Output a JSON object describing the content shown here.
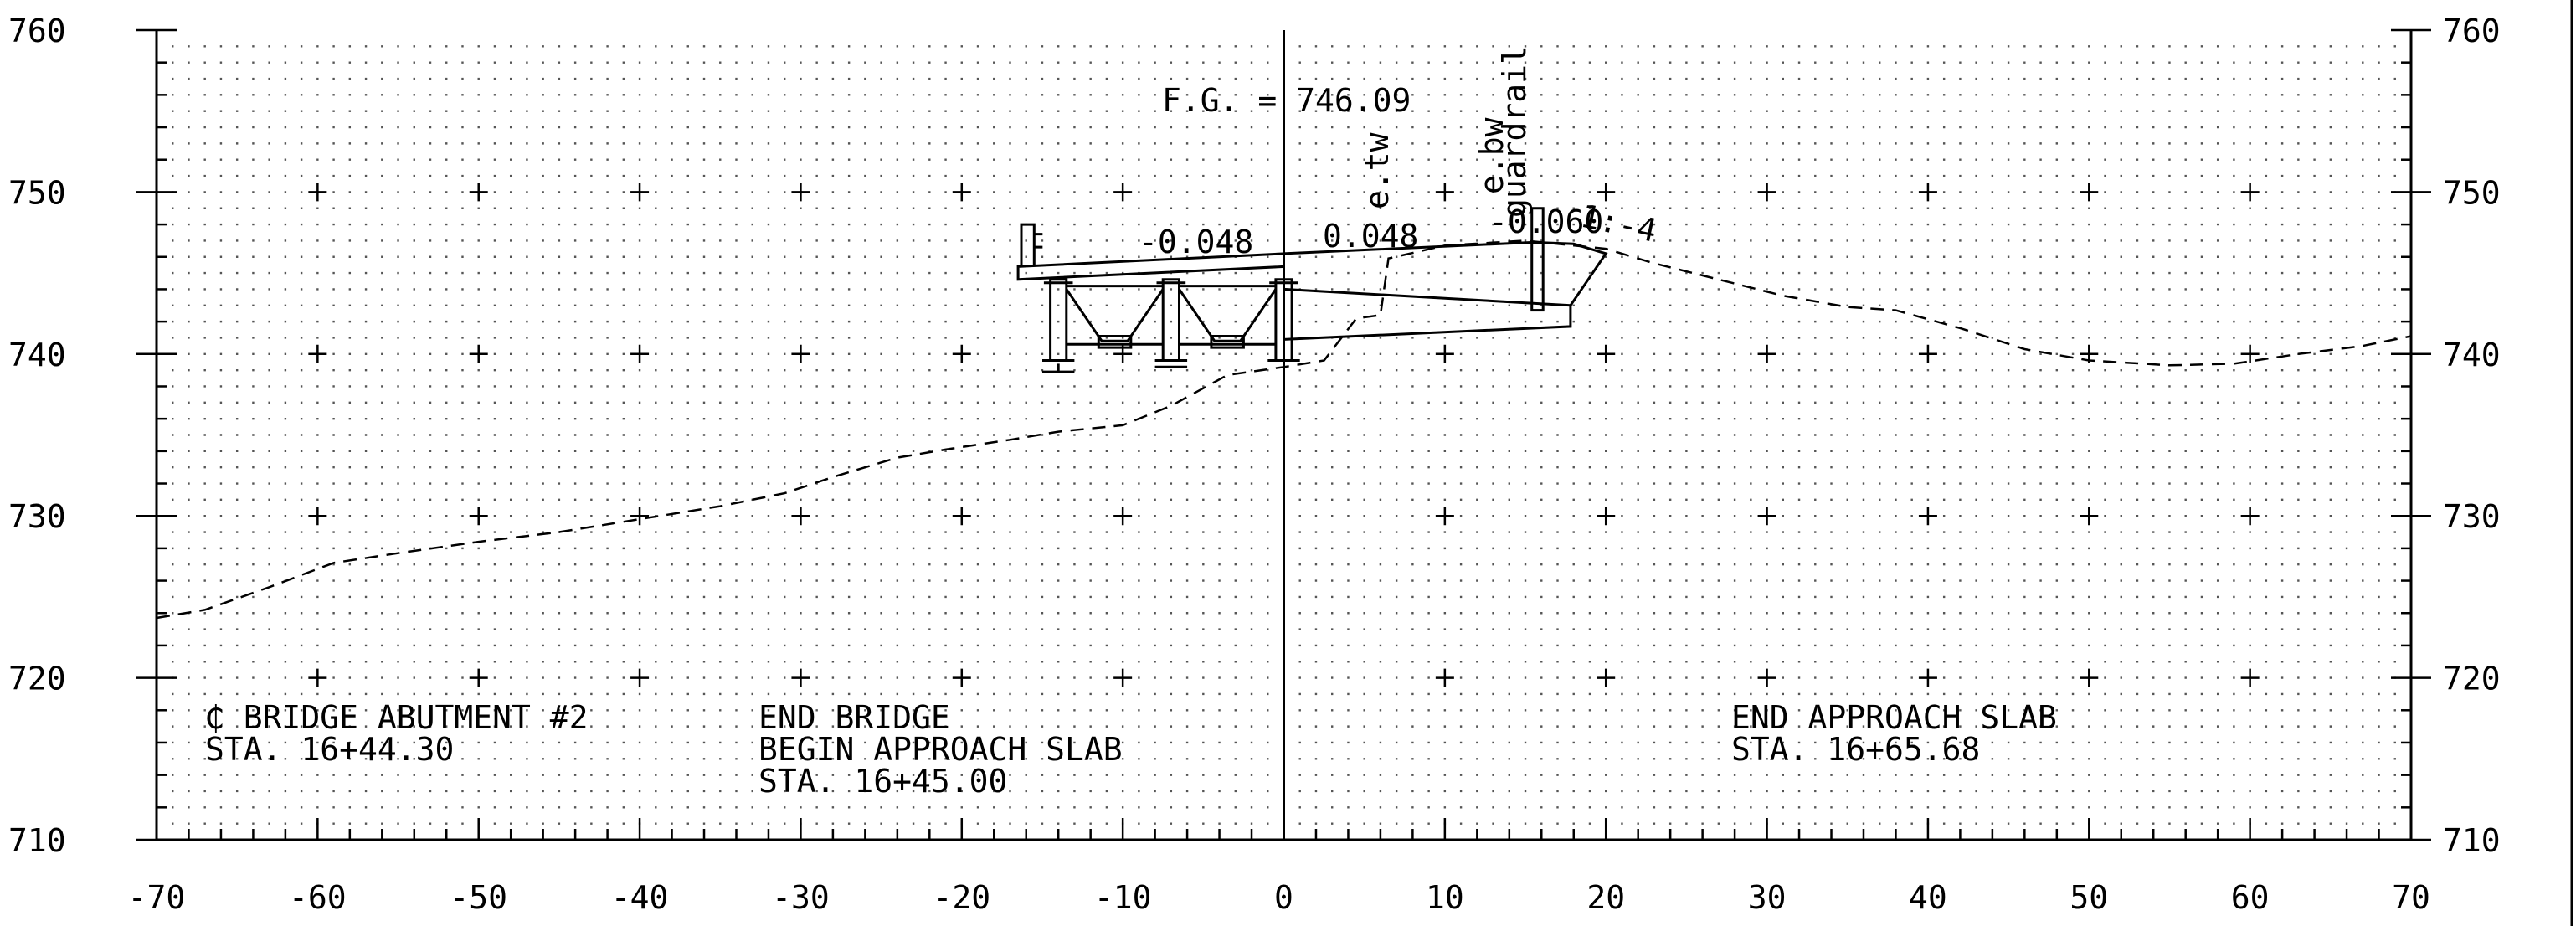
{
  "x_axis": {
    "ticks": [
      -70,
      -60,
      -50,
      -40,
      -30,
      -20,
      -10,
      0,
      10,
      20,
      30,
      40,
      50,
      60,
      70
    ]
  },
  "y_axis": {
    "ticks": [
      710,
      720,
      730,
      740,
      750,
      760
    ]
  },
  "grid": {
    "minor_step_x": 1,
    "minor_step_y": 1,
    "cross_step_x": 10,
    "cross_step_y": 10
  },
  "annotations": {
    "finished_grade": "F.G. = 746.09",
    "slope_left": "-0.048",
    "slope_right": "0.048",
    "slope_shoulder": "-0.060",
    "slope_fill": "1:-4",
    "label_etw": "e.tw",
    "label_guardrail": "guardrail",
    "label_ebw": "e.bw"
  },
  "notes": {
    "abutment_line1": "₵ BRIDGE ABUTMENT #2",
    "abutment_line2": "STA. 16+44.30",
    "end_bridge_line1": "END BRIDGE",
    "end_bridge_line2": "BEGIN APPROACH SLAB",
    "end_bridge_line3": "STA. 16+45.00",
    "end_slab_line1": "END APPROACH SLAB",
    "end_slab_line2": "STA. 16+65.68"
  },
  "existing_ground": [
    [
      -70,
      723.7
    ],
    [
      -67,
      724.2
    ],
    [
      -63,
      725.6
    ],
    [
      -59,
      727.1
    ],
    [
      -55,
      727.7
    ],
    [
      -50,
      728.4
    ],
    [
      -45,
      729.0
    ],
    [
      -40,
      729.8
    ],
    [
      -35,
      730.6
    ],
    [
      -31,
      731.4
    ],
    [
      -28,
      732.4
    ],
    [
      -24,
      733.6
    ],
    [
      -21,
      734.1
    ],
    [
      -17,
      734.7
    ],
    [
      -14,
      735.2
    ],
    [
      -10,
      735.6
    ],
    [
      -7,
      736.8
    ],
    [
      -3.5,
      738.7
    ],
    [
      0,
      739.2
    ],
    [
      2.5,
      739.6
    ],
    [
      4.5,
      742.2
    ],
    [
      6,
      742.4
    ],
    [
      6.5,
      745.9
    ],
    [
      10,
      746.7
    ],
    [
      15,
      747.0
    ],
    [
      20,
      746.5
    ],
    [
      23,
      745.6
    ],
    [
      27,
      744.6
    ],
    [
      31,
      743.6
    ],
    [
      35,
      742.9
    ],
    [
      38,
      742.7
    ],
    [
      42,
      741.6
    ],
    [
      46,
      740.3
    ],
    [
      50,
      739.6
    ],
    [
      55,
      739.3
    ],
    [
      59,
      739.4
    ],
    [
      63,
      740.0
    ],
    [
      67,
      740.5
    ],
    [
      70,
      741.1
    ]
  ]
}
